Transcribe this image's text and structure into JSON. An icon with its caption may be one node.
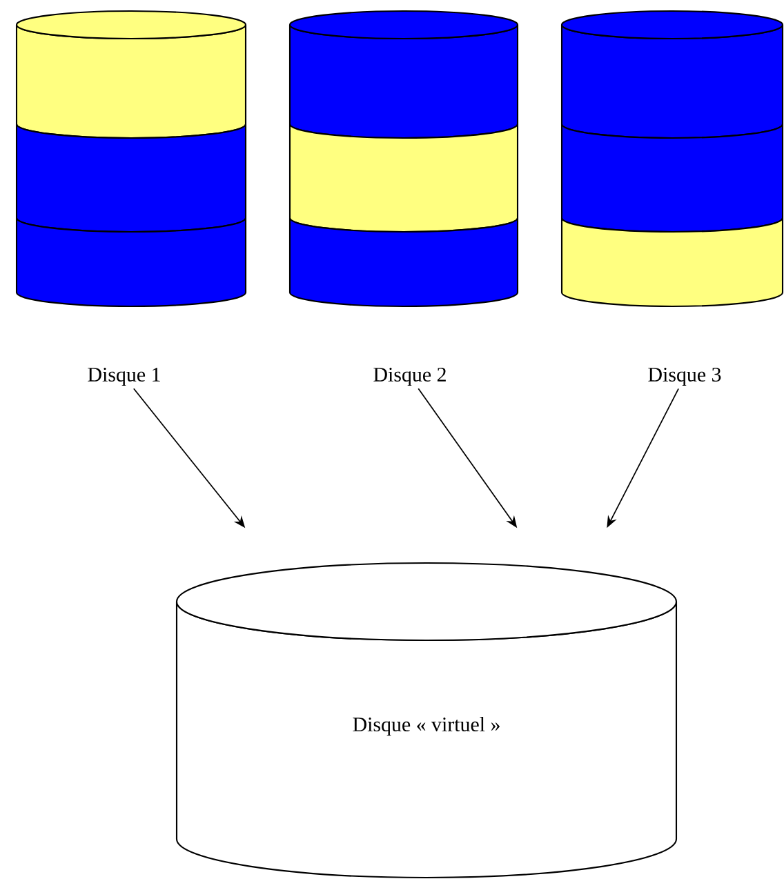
{
  "diagram": {
    "nodes": [
      {
        "text": [],
        "shape": "cylinder"
      },
      {
        "text": [],
        "shape": "cylinder"
      },
      {
        "text": [],
        "shape": "cylinder"
      },
      {
        "text": [
          "Disque 1"
        ]
      },
      {
        "text": [
          "Disque 2"
        ]
      },
      {
        "text": [
          "Disque 3"
        ]
      },
      {
        "text": [
          "Disque « virtuel »"
        ]
      }
    ],
    "edges": [
      {
        "from": 3,
        "to": 6,
        "arrow": "to"
      },
      {
        "from": 4,
        "to": 6,
        "arrow": "to"
      },
      {
        "from": 5,
        "to": 6,
        "arrow": "to"
      }
    ]
  }
}
